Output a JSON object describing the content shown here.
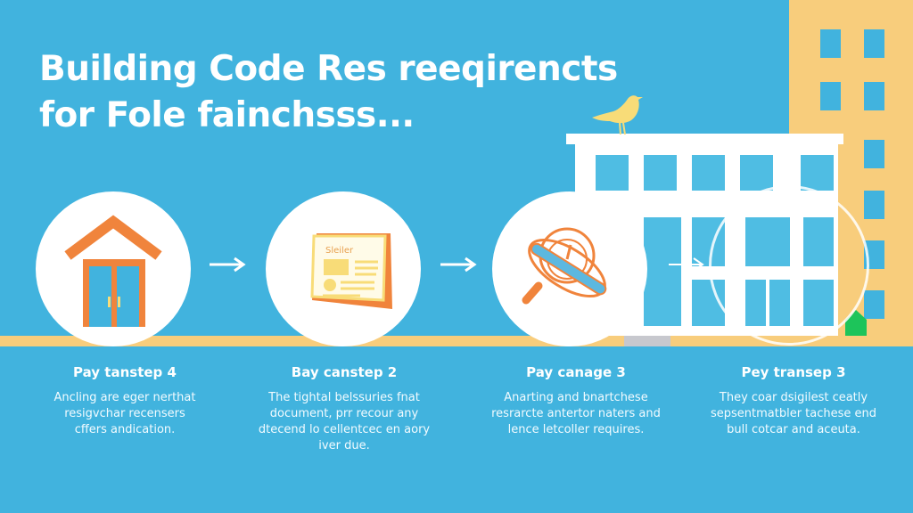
{
  "title": {
    "line1": "Building Code Res reeqirencts",
    "line2": "for Fole fainchsss..."
  },
  "colors": {
    "background": "#41b3de",
    "accent_orange": "#f0843c",
    "tan": "#f8cd7c",
    "yellow": "#f8dc78",
    "green": "#1dc45a",
    "white": "#ffffff"
  },
  "steps": [
    {
      "icon": "house-door-icon",
      "heading": "Pay tanstep 4",
      "body": "Ancling are eger nerthat resigvchar recensers cffers andication."
    },
    {
      "icon": "document-icon",
      "heading": "Bay canstep 2",
      "body": "The tightal belssuries fnat document, prr recour any dtecend lo cellentcec en aory iver due.",
      "doc_label": "Sleiler"
    },
    {
      "icon": "magnifier-inspection-icon",
      "heading": "Pay canage 3",
      "body": "Anarting and bnartchese resrarcte antertor naters and lence letcoller requires."
    },
    {
      "icon": "building-outline-icon",
      "heading": "Pey transep 3",
      "body": "They coar dsigilest ceatly sepsentmatbler tachese end bull cotcar and aceuta."
    }
  ],
  "arrows": [
    "arrow-right-icon",
    "arrow-right-icon",
    "arrow-right-icon"
  ]
}
